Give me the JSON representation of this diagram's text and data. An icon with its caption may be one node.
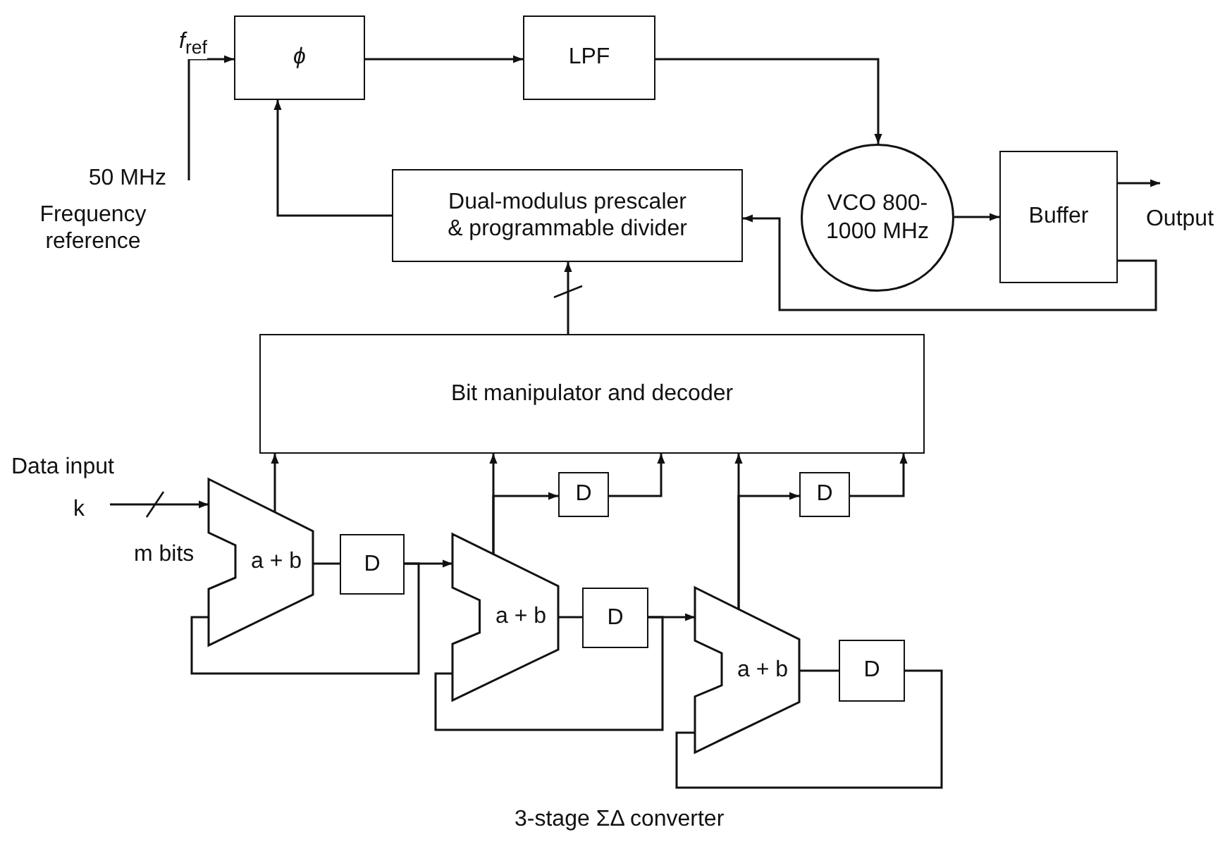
{
  "diagram": {
    "caption": "3-stage ΣΔ converter",
    "nodes": [
      {
        "text": [
          "ϕ"
        ]
      },
      {
        "text": [
          "LPF"
        ]
      },
      {
        "text": [
          "VCO 800-1000 MHz"
        ]
      },
      {
        "text": [
          "Buffer"
        ]
      },
      {
        "text": [
          "Dual-modulus prescaler & programmable divider"
        ]
      },
      {
        "text": [
          "Bit manipulator and decoder"
        ]
      },
      {
        "text": [
          "a + b"
        ]
      },
      {
        "text": [
          "D"
        ]
      },
      {
        "text": [
          "D"
        ]
      },
      {
        "text": [
          "a + b"
        ]
      },
      {
        "text": [
          "D"
        ]
      },
      {
        "text": [
          "D"
        ]
      },
      {
        "text": [
          "a + b"
        ]
      },
      {
        "text": [
          "D"
        ]
      },
      {
        "text": [
          "Output"
        ]
      }
    ],
    "edges": [
      {
        "from": null,
        "to": 0,
        "arrow": "to",
        "label": "*f*$_{ref}$"
      },
      {
        "from": 0,
        "to": 1,
        "arrow": "to"
      },
      {
        "from": 1,
        "to": 2,
        "arrow": "to"
      },
      {
        "from": 2,
        "to": 3,
        "arrow": "to"
      },
      {
        "from": 3,
        "to": 14,
        "arrow": "to"
      },
      {
        "from": 3,
        "to": 4,
        "arrow": "to"
      },
      {
        "from": 4,
        "to": 0,
        "arrow": "to"
      },
      {
        "from": 5,
        "to": 4,
        "arrow": "to"
      },
      {
        "from": null,
        "to": 6,
        "arrow": "to"
      },
      {
        "from": 6,
        "to": 5,
        "arrow": "to"
      },
      {
        "from": 6,
        "to": 7,
        "arrow": "none"
      },
      {
        "from": 7,
        "to": 9,
        "arrow": "to"
      },
      {
        "from": 7,
        "to": 6,
        "arrow": "none"
      },
      {
        "from": 9,
        "to": 5,
        "arrow": "to"
      },
      {
        "from": 9,
        "to": 8,
        "arrow": "to"
      },
      {
        "from": 8,
        "to": 5,
        "arrow": "to"
      },
      {
        "from": 9,
        "to": 10,
        "arrow": "none"
      },
      {
        "from": 10,
        "to": 12,
        "arrow": "to"
      },
      {
        "from": 10,
        "to": 9,
        "arrow": "none"
      },
      {
        "from": 12,
        "to": 5,
        "arrow": "to"
      },
      {
        "from": 12,
        "to": 11,
        "arrow": "to"
      },
      {
        "from": 11,
        "to": 5,
        "arrow": "to"
      },
      {
        "from": 12,
        "to": 13,
        "arrow": "none"
      },
      {
        "from": 13,
        "to": 12,
        "arrow": "none"
      }
    ],
    "labels": [
      "50 MHz",
      "Frequency reference",
      "Data input",
      "k",
      "m bits"
    ]
  }
}
